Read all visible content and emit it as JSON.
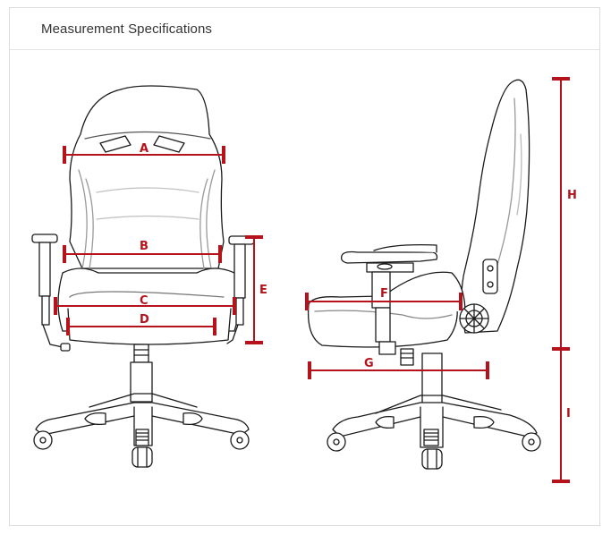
{
  "header": {
    "title": "Measurement Specifications"
  },
  "colors": {
    "measure": "#b5121b",
    "outline": "#1a1a1a",
    "faint": "#b8b8b8"
  },
  "labels": {
    "a": "A",
    "b": "B",
    "c": "C",
    "d": "D",
    "e": "E",
    "f": "F",
    "g": "G",
    "h": "H",
    "i": "I"
  }
}
